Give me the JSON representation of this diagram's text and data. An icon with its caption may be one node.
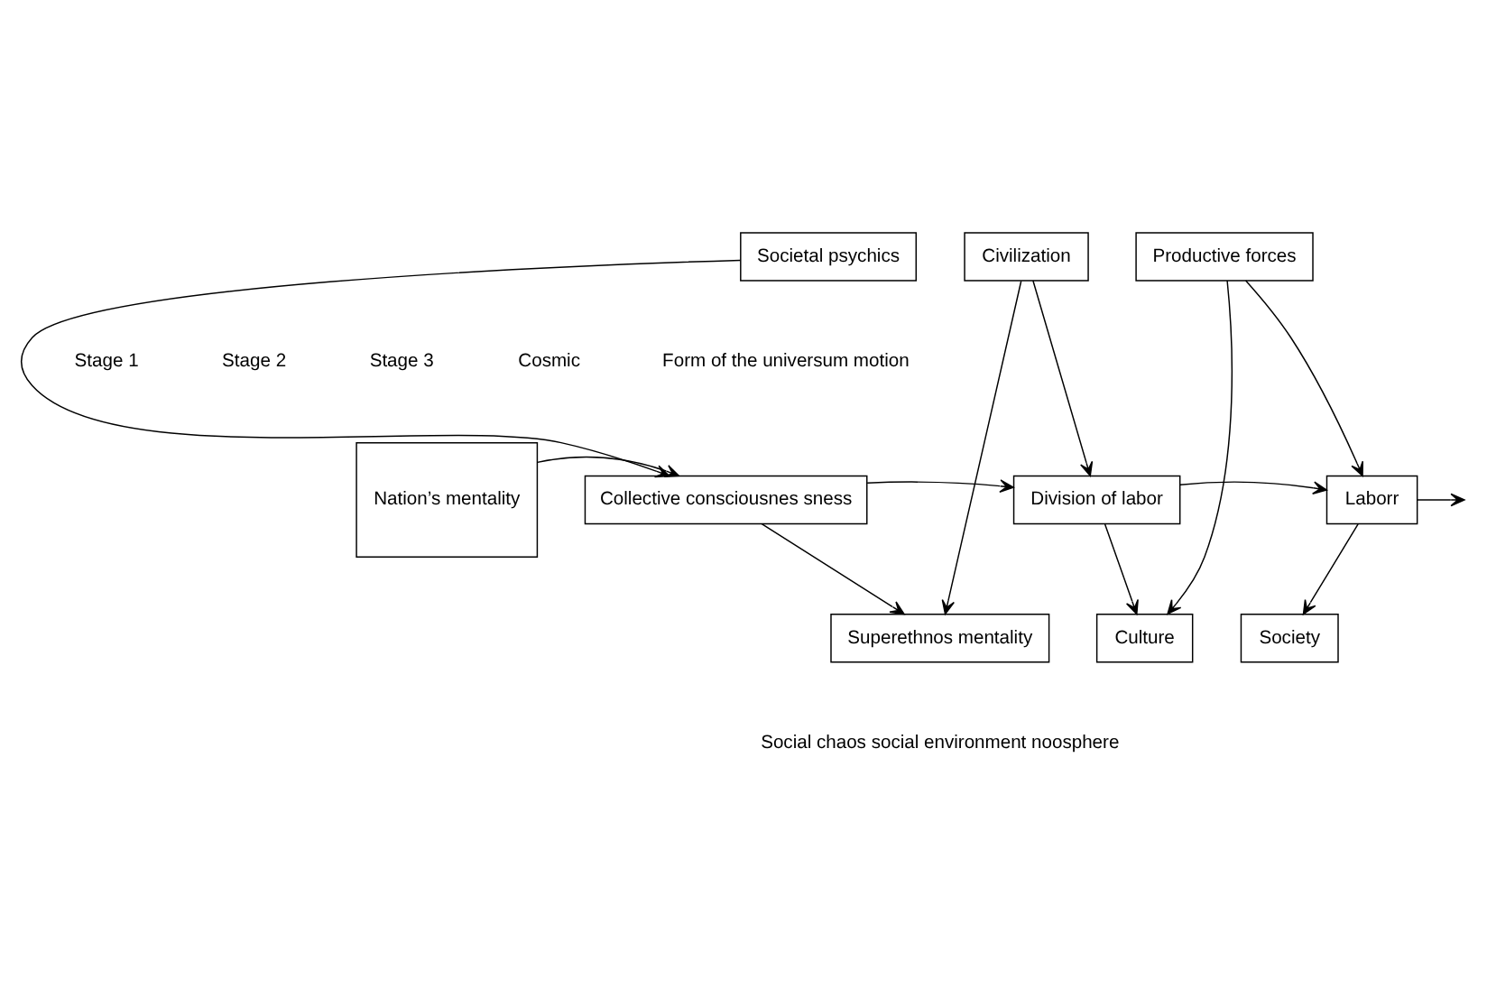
{
  "diagram": {
    "nodes": [
      {
        "text": [
          "Societal psychics"
        ]
      },
      {
        "text": [
          "Civilization"
        ]
      },
      {
        "text": [
          "Productive forces"
        ]
      },
      {
        "text": [
          "Nation’s mentality"
        ]
      },
      {
        "text": [
          "Collective consciousnes sness"
        ]
      },
      {
        "text": [
          "Division of labor"
        ]
      },
      {
        "text": [
          "Laborr"
        ]
      },
      {
        "text": [
          "Superethnos mentality"
        ]
      },
      {
        "text": [
          "Culture"
        ]
      },
      {
        "text": [
          "Society"
        ]
      }
    ],
    "edges": [
      {
        "from": 3,
        "to": 4,
        "arrow": "to"
      },
      {
        "from": 0,
        "to": 4,
        "arrow": "to"
      },
      {
        "from": 4,
        "to": 5,
        "arrow": "to"
      },
      {
        "from": 1,
        "to": 5,
        "arrow": "to"
      },
      {
        "from": 4,
        "to": 7,
        "arrow": "to"
      },
      {
        "from": 1,
        "to": 7,
        "arrow": "to"
      },
      {
        "from": 5,
        "to": 6,
        "arrow": "to"
      },
      {
        "from": 2,
        "to": 6,
        "arrow": "to"
      },
      {
        "from": 5,
        "to": 8,
        "arrow": "to"
      },
      {
        "from": 2,
        "to": 8,
        "arrow": "to"
      },
      {
        "from": 6,
        "to": null,
        "arrow": "to"
      },
      {
        "from": 6,
        "to": 9,
        "arrow": "to"
      }
    ],
    "labels": [
      "Stage 1",
      "Stage 2",
      "Stage 3",
      "Cosmic",
      "Form of the universum motion",
      "Social chaos social environment noosphere"
    ]
  }
}
